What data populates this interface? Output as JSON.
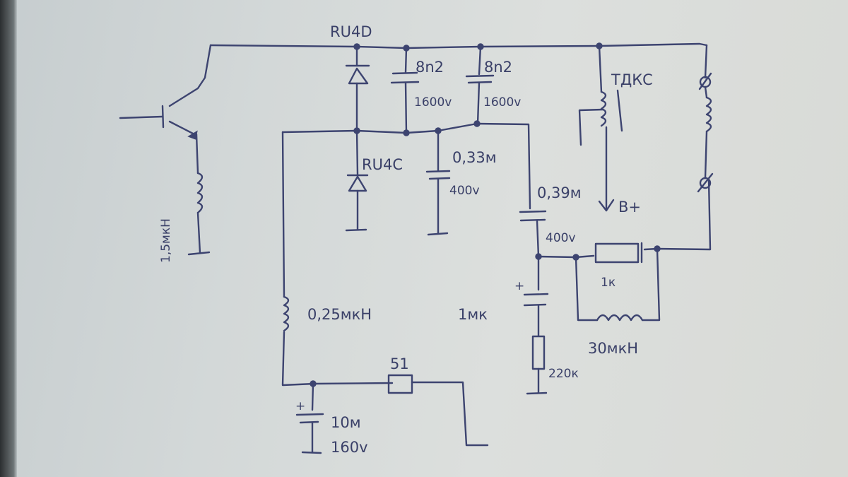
{
  "document": {
    "kind": "hand-drawn circuit schematic photo",
    "ink_color": "#3d4470",
    "paper_color": "#d6dada"
  },
  "labels": {
    "diode_top": "RU4D",
    "diode_bottom": "RU4C",
    "cap1_value": "8n2",
    "cap1_voltage": "1600v",
    "cap2_value": "8n2",
    "cap2_voltage": "1600v",
    "cap3_value": "0,33м",
    "cap3_voltage": "400v",
    "cap4_value": "0,39м",
    "cap4_voltage": "400v",
    "transformer": "ТДКС",
    "supply": "B+",
    "inductor_left": "1,5мкН",
    "inductor_main": "0,25мкН",
    "cap_elec_value": "1мк",
    "resistor_51": "51",
    "cap_big_value": "10м",
    "cap_big_voltage": "160v",
    "resistor_220k": "220к",
    "resistor_1k": "1к",
    "inductor_30": "30мкН",
    "plus_sign": "+"
  }
}
